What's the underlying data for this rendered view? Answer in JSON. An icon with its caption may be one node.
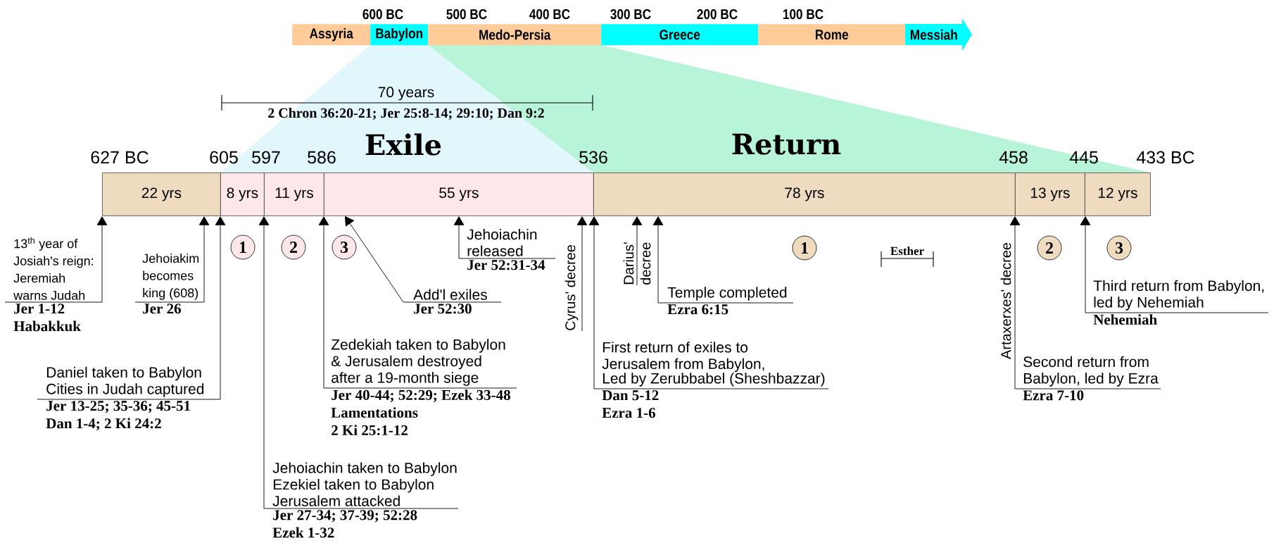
{
  "diagram": {
    "nodes": [
      {
        "text": [
          "Assyria"
        ]
      },
      {
        "text": [
          "Babylon"
        ]
      },
      {
        "text": [
          "Medo-Persia"
        ]
      },
      {
        "text": [
          "Greece"
        ]
      },
      {
        "text": [
          "Rome"
        ]
      },
      {
        "text": [
          "Messiah"
        ]
      },
      {
        "text": [
          "22 yrs"
        ]
      },
      {
        "text": [
          "8 yrs"
        ]
      },
      {
        "text": [
          "11 yrs"
        ]
      },
      {
        "text": [
          "55 yrs"
        ]
      },
      {
        "text": [
          "78 yrs"
        ]
      },
      {
        "text": [
          "13 yrs"
        ]
      },
      {
        "text": [
          "12 yrs"
        ]
      },
      {
        "text": [
          "1"
        ]
      },
      {
        "text": [
          "2"
        ]
      },
      {
        "text": [
          "3"
        ]
      },
      {
        "text": [
          "1"
        ]
      },
      {
        "text": [
          "2"
        ]
      },
      {
        "text": [
          "3"
        ]
      },
      {
        "text": [
          "13$^{th}$ year of Josiah's reign: Jeremiah warns Judah"
        ],
        "beside": [
          "Jer 1-12",
          "Habakkuk"
        ]
      },
      {
        "text": [
          "Jehoiakim becomes king (608)"
        ],
        "beside": [
          "Jer 26"
        ]
      },
      {
        "text": [
          "Daniel taken to Babylon",
          "Cities in Judah captured"
        ],
        "beside": [
          "Jer 13-25; 35-36; 45-51",
          "Dan 1-4; 2 Ki 24:2"
        ]
      },
      {
        "text": [
          "Jehoiachin taken to Babylon",
          "Ezekiel taken to Babylon",
          "Jerusalem attacked"
        ],
        "beside": [
          "Jer 27-34; 37-39; 52:28",
          "Ezek 1-32"
        ]
      },
      {
        "text": [
          "Zedekiah taken to Babylon & Jerusalem destroyed after a 19-month siege"
        ],
        "beside": [
          "Jer 40-44; 52:29; Ezek 33-48",
          "Lamentations",
          "2 Ki 25:1-12"
        ]
      },
      {
        "text": [
          "Add'l exiles"
        ],
        "beside": [
          "Jer 52:30"
        ]
      },
      {
        "text": [
          "Jehoiachin released"
        ],
        "beside": [
          "Jer 52:31-34"
        ]
      },
      {
        "text": [
          "Cyrus' decree"
        ]
      },
      {
        "text": [
          "First return of exiles to Jerusalem from Babylon,",
          "Led by Zerubbabel (Sheshbazzar)"
        ],
        "beside": [
          "Dan 5-12",
          "Ezra 1-6"
        ]
      },
      {
        "text": [
          "Darius' decree"
        ]
      },
      {
        "text": [
          "Temple completed"
        ],
        "beside": [
          "Ezra 6:15"
        ]
      },
      {
        "text": [
          "Second return from Babylon, led by Ezra"
        ],
        "beside": [
          "Ezra 7-10"
        ]
      },
      {
        "text": [
          "Third return from Babylon, led by Nehemiah"
        ],
        "beside": [
          "Nehemiah"
        ]
      }
    ],
    "edges": [
      {
        "from": 19,
        "to": 6,
        "arrow": "to"
      },
      {
        "from": 20,
        "to": 6,
        "arrow": "to"
      },
      {
        "from": 21,
        "to": 7,
        "arrow": "to"
      },
      {
        "from": 22,
        "to": 8,
        "arrow": "to"
      },
      {
        "from": 23,
        "to": 9,
        "arrow": "to"
      },
      {
        "from": 24,
        "to": 9,
        "arrow": "to"
      },
      {
        "from": 25,
        "to": 9,
        "arrow": "to"
      },
      {
        "from": 26,
        "to": 9,
        "arrow": "to"
      },
      {
        "from": 27,
        "to": 10,
        "arrow": "to"
      },
      {
        "from": 28,
        "to": 10,
        "arrow": "to"
      },
      {
        "from": 29,
        "to": 10,
        "arrow": "to"
      },
      {
        "from": 30,
        "to": 11,
        "arrow": "to",
        "label": "Artaxerxes' decree"
      },
      {
        "from": 31,
        "to": 12,
        "arrow": "to"
      }
    ],
    "labels": [
      "600 BC",
      "500 BC",
      "400 BC",
      "300 BC",
      "200 BC",
      "100 BC",
      "70 years",
      "2 Chron 36:20-21; Jer 25:8-14; 29:10; Dan 9:2",
      "Exile",
      "Return",
      "627 BC",
      "605",
      "597",
      "586",
      "536",
      "458",
      "445",
      "433 BC",
      "Esther"
    ]
  }
}
